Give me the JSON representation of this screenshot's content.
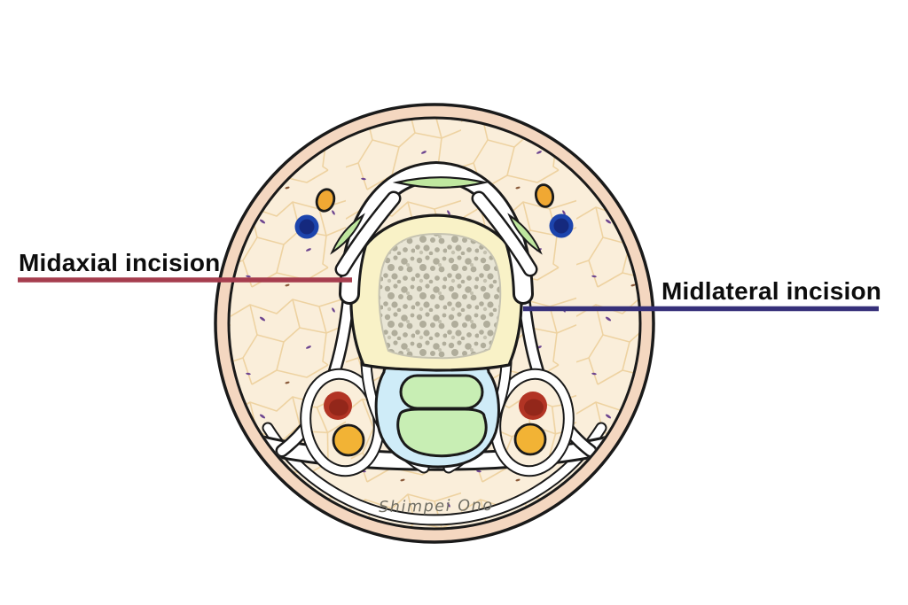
{
  "illustration": {
    "type": "finger-cross-section-anatomy",
    "signature": "Shimpei Ono",
    "annotations": {
      "midaxial": {
        "label": "Midaxial incision",
        "line_color": "#a63d4e"
      },
      "midlateral": {
        "label": "Midlateral incision",
        "line_color": "#36307a"
      }
    },
    "colors": {
      "skin": "#f4d7c0",
      "fat": "#faeeda",
      "fat_septa": "#ecd09b",
      "bone_cortex": "#f9f2c7",
      "trabecular_base": "#e8e5d5",
      "trabecular_dots": "#b0ad9b",
      "extensor_green": "#bfe79f",
      "tendon_green": "#c8eeb4",
      "sheath_blue": "#cfecf8",
      "artery_red": "#b23424",
      "artery_core": "#93271a",
      "nerve_yellow": "#f2b335",
      "vein_blue": "#1c44ad",
      "vein_core": "#15297e",
      "outline": "#1a1a1a",
      "white_band": "#ffffff",
      "signature_gray": "#6f6e64"
    }
  }
}
